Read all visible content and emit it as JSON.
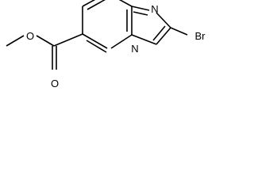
{
  "molecule": {
    "atoms": {
      "methoxy_o": "O",
      "carbonyl_o": "O",
      "imidazole_n": "N",
      "bridgehead_n": "N",
      "bromine": "Br"
    }
  },
  "colors": {
    "bond": "#000000",
    "label": "#000000",
    "background": "#ffffff"
  }
}
